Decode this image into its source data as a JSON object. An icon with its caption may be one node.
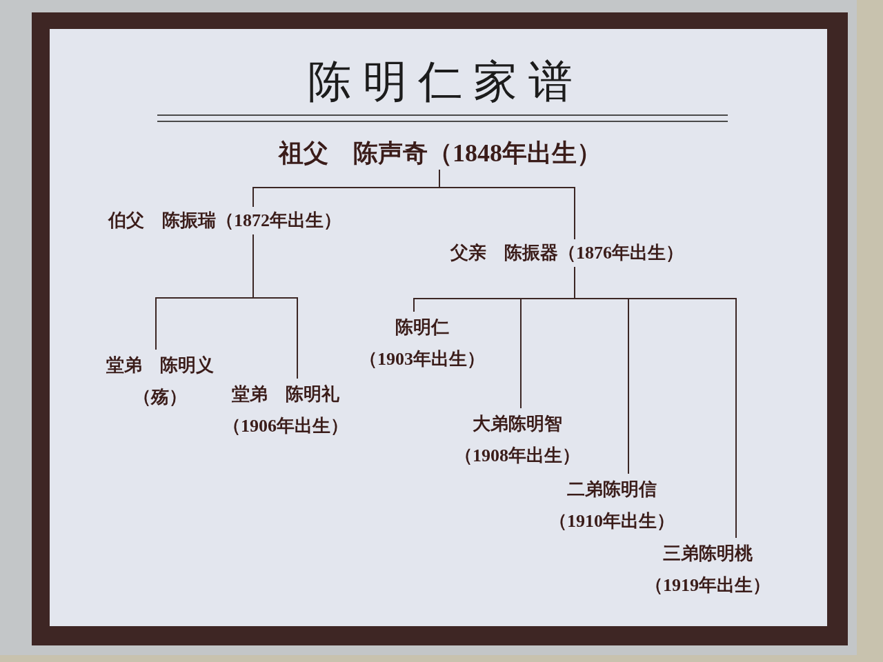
{
  "diagram": {
    "title": "陈明仁家谱",
    "nodes": [
      {
        "text": [
          "祖父　陈声奇（1848年出生）"
        ]
      },
      {
        "text": [
          "伯父　陈振瑞（1872年出生）"
        ]
      },
      {
        "text": [
          "父亲　陈振器（1876年出生）"
        ]
      },
      {
        "text": [
          "堂弟　陈明义",
          "（殇）"
        ]
      },
      {
        "text": [
          "堂弟　陈明礼",
          "（1906年出生）"
        ]
      },
      {
        "text": [
          "陈明仁",
          "（1903年出生）"
        ]
      },
      {
        "text": [
          "大弟陈明智",
          "（1908年出生）"
        ]
      },
      {
        "text": [
          "二弟陈明信",
          "（1910年出生）"
        ]
      },
      {
        "text": [
          "三弟陈明桃",
          "（1919年出生）"
        ]
      }
    ],
    "edges": [
      {
        "from": 0,
        "to": 1,
        "arrow": "none"
      },
      {
        "from": 0,
        "to": 2,
        "arrow": "none"
      },
      {
        "from": 1,
        "to": 3,
        "arrow": "none"
      },
      {
        "from": 1,
        "to": 4,
        "arrow": "none"
      },
      {
        "from": 2,
        "to": 5,
        "arrow": "none"
      },
      {
        "from": 2,
        "to": 6,
        "arrow": "none"
      },
      {
        "from": 2,
        "to": 7,
        "arrow": "none"
      },
      {
        "from": 2,
        "to": 8,
        "arrow": "none"
      }
    ]
  }
}
